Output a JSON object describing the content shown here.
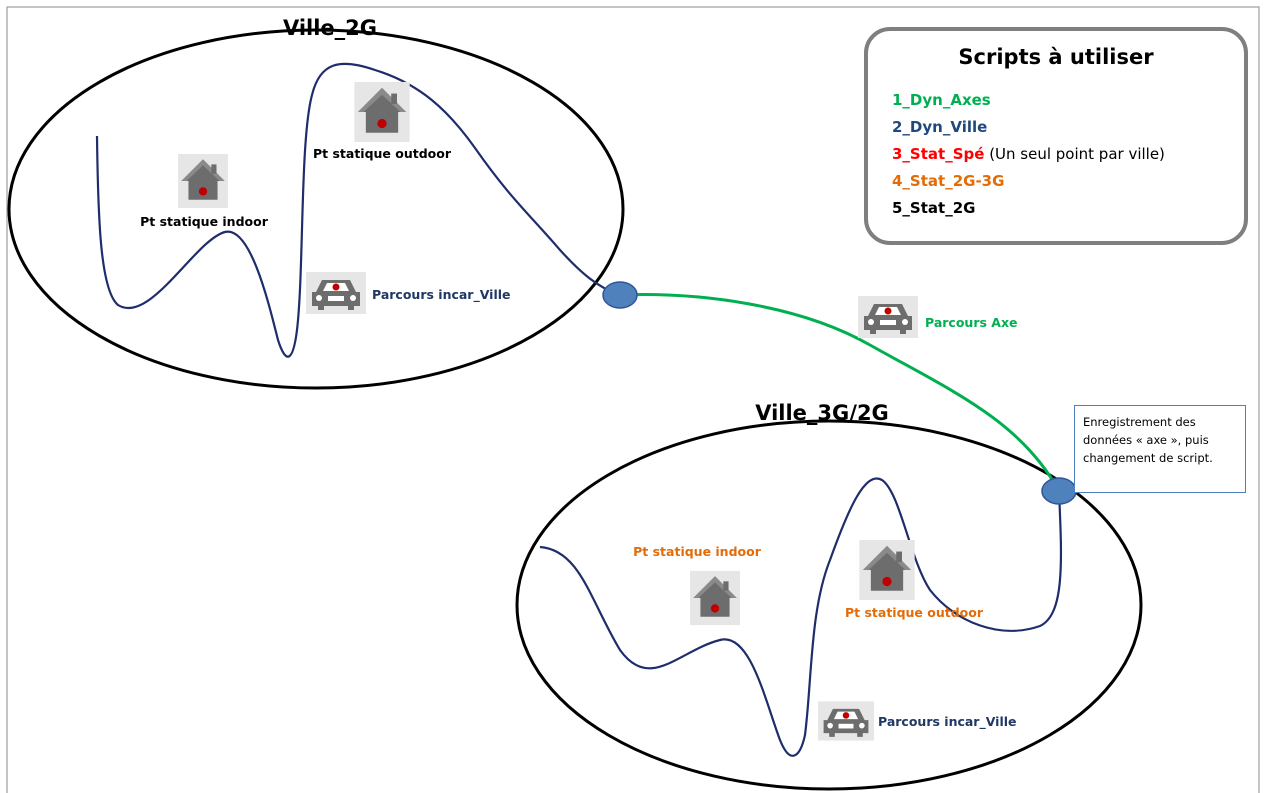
{
  "cities": [
    {
      "name": "Ville_2G"
    },
    {
      "name": "Ville_3G/2G"
    }
  ],
  "labels": {
    "indoor_1": "Pt statique indoor",
    "outdoor_1": "Pt statique outdoor",
    "route_1": "Parcours incar_Ville",
    "axis_route": "Parcours Axe",
    "indoor_2": "Pt statique indoor",
    "outdoor_2": "Pt statique outdoor",
    "route_2": "Parcours incar_Ville"
  },
  "legend": {
    "title": "Scripts à utiliser",
    "items": [
      {
        "text": "1_Dyn_Axes",
        "color": "#00b050",
        "note": ""
      },
      {
        "text": "2_Dyn_Ville",
        "color": "#1f497d",
        "note": ""
      },
      {
        "text": "3_Stat_Spé",
        "color": "#ff0000",
        "note": " (Un seul point par ville)"
      },
      {
        "text": "4_Stat_2G-3G",
        "color": "#e36c09",
        "note": ""
      },
      {
        "text": "5_Stat_2G",
        "color": "#000000",
        "note": ""
      }
    ]
  },
  "callout": {
    "line1": "Enregistrement des",
    "line2": "données « axe », puis",
    "line3": "changement de script."
  },
  "colors": {
    "city_route": "#1f2d6b",
    "axis_route": "#00b050",
    "node_fill": "#4f81bd",
    "orange_label": "#e36c09",
    "green_label": "#00b050",
    "blue_label": "#1f3864",
    "icon_grey": "#595959",
    "icon_bg": "#d9d9d9",
    "red_dot": "#c00000"
  },
  "icons": [
    "house-icon",
    "car-icon"
  ]
}
